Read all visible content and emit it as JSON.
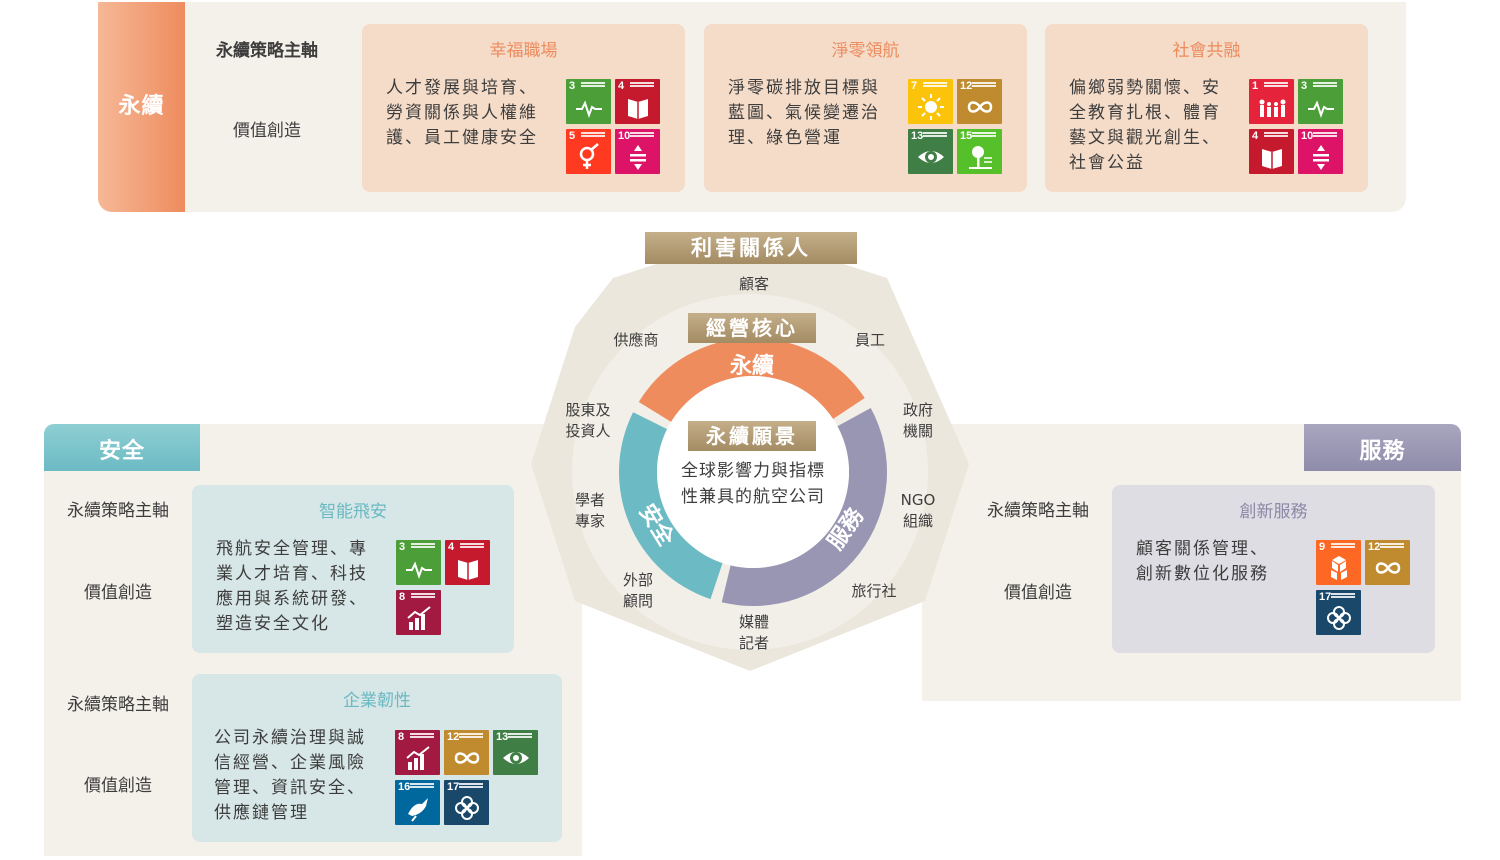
{
  "top": {
    "tab": "永續",
    "axis_label": "永續策略主軸",
    "value_label": "價值創造",
    "cards": [
      {
        "title": "幸福職場",
        "body": "人才發展與培育、\n勞資關係與人權維\n護、員工健康安全",
        "sdgs": [
          {
            "num": "3",
            "icon": "heartbeat-icon",
            "color": "#4c9f38"
          },
          {
            "num": "4",
            "icon": "book-icon",
            "color": "#c5192d"
          },
          {
            "num": "5",
            "icon": "gender-icon",
            "color": "#ff3a21"
          },
          {
            "num": "10",
            "icon": "equality-icon",
            "color": "#dd1367"
          }
        ]
      },
      {
        "title": "淨零領航",
        "body": "淨零碳排放目標與\n藍圖、氣候變遷治\n理、綠色營運",
        "sdgs": [
          {
            "num": "7",
            "icon": "sun-icon",
            "color": "#fcc30b"
          },
          {
            "num": "12",
            "icon": "infinity-icon",
            "color": "#bf8b2e"
          },
          {
            "num": "13",
            "icon": "eye-globe-icon",
            "color": "#3f7e44"
          },
          {
            "num": "15",
            "icon": "tree-icon",
            "color": "#56c02b"
          }
        ]
      },
      {
        "title": "社會共融",
        "body": "偏鄉弱勢關懷、安\n全教育扎根、體育\n藝文與觀光創生、\n社會公益",
        "sdgs": [
          {
            "num": "1",
            "icon": "family-icon",
            "color": "#e5243b"
          },
          {
            "num": "3",
            "icon": "heartbeat-icon",
            "color": "#4c9f38"
          },
          {
            "num": "4",
            "icon": "book-icon",
            "color": "#c5192d"
          },
          {
            "num": "10",
            "icon": "equality-icon",
            "color": "#dd1367"
          }
        ]
      }
    ]
  },
  "center": {
    "stakeholders_title": "利害關係人",
    "core_title": "經營核心",
    "vision_title": "永續願景",
    "vision_text": "全球影響力與指標\n性兼具的航空公司",
    "ring": {
      "top": "永續",
      "left": "安全",
      "right": "服務"
    },
    "stakeholders": [
      "顧客",
      "員工",
      "政府\n機關",
      "NGO\n組織",
      "旅行社",
      "媒體\n記者",
      "外部\n顧問",
      "學者\n專家",
      "股東及\n投資人",
      "供應商"
    ],
    "colors": {
      "orange": "#ee8c5e",
      "teal": "#6cbac4",
      "purple": "#9996b4",
      "gold": "#a38b63"
    }
  },
  "left": {
    "tab": "安全",
    "groups": [
      {
        "axis_label": "永續策略主軸",
        "value_label": "價值創造",
        "title": "智能飛安",
        "body": "飛航安全管理、專\n業人才培育、科技\n應用與系統研發、\n塑造安全文化",
        "sdgs": [
          {
            "num": "3",
            "icon": "heartbeat-icon",
            "color": "#4c9f38"
          },
          {
            "num": "4",
            "icon": "book-icon",
            "color": "#c5192d"
          },
          {
            "num": "8",
            "icon": "growth-chart-icon",
            "color": "#a21942"
          }
        ]
      },
      {
        "axis_label": "永續策略主軸",
        "value_label": "價值創造",
        "title": "企業韌性",
        "body": "公司永續治理與誠\n信經營、企業風險\n管理、資訊安全、\n供應鏈管理",
        "sdgs": [
          {
            "num": "8",
            "icon": "growth-chart-icon",
            "color": "#a21942"
          },
          {
            "num": "12",
            "icon": "infinity-icon",
            "color": "#bf8b2e"
          },
          {
            "num": "13",
            "icon": "eye-globe-icon",
            "color": "#3f7e44"
          },
          {
            "num": "16",
            "icon": "dove-icon",
            "color": "#00689d"
          },
          {
            "num": "17",
            "icon": "flower-icon",
            "color": "#19486a"
          }
        ]
      }
    ]
  },
  "right": {
    "tab": "服務",
    "axis_label": "永續策略主軸",
    "value_label": "價值創造",
    "title": "創新服務",
    "body": "顧客關係管理、\n創新數位化服務",
    "sdgs": [
      {
        "num": "9",
        "icon": "cubes-icon",
        "color": "#fd6925"
      },
      {
        "num": "12",
        "icon": "infinity-icon",
        "color": "#bf8b2e"
      },
      {
        "num": "17",
        "icon": "flower-icon",
        "color": "#19486a"
      }
    ]
  }
}
